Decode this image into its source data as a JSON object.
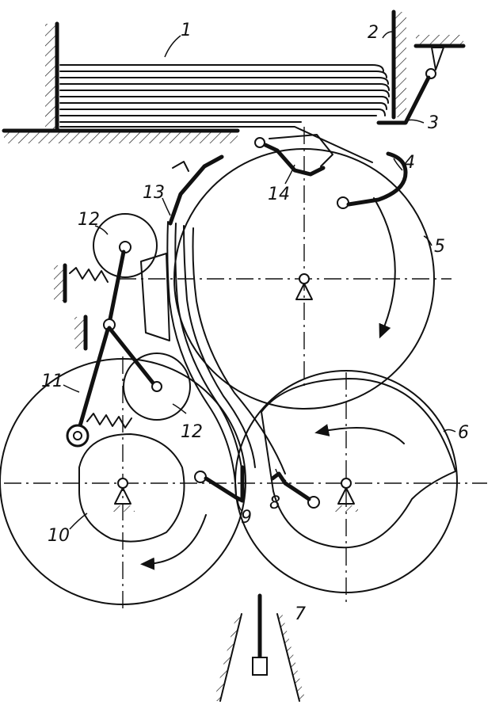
{
  "diagram": {
    "labels": [
      {
        "key": "1",
        "text": "1"
      },
      {
        "key": "2",
        "text": "2"
      },
      {
        "key": "3",
        "text": "3"
      },
      {
        "key": "4",
        "text": "4"
      },
      {
        "key": "5",
        "text": "5"
      },
      {
        "key": "6",
        "text": "6"
      },
      {
        "key": "7",
        "text": "7"
      },
      {
        "key": "8",
        "text": "8"
      },
      {
        "key": "9",
        "text": "9"
      },
      {
        "key": "10",
        "text": "10"
      },
      {
        "key": "11",
        "text": "11"
      },
      {
        "key": "12a",
        "text": "12"
      },
      {
        "key": "12b",
        "text": "12"
      },
      {
        "key": "13",
        "text": "13"
      },
      {
        "key": "14",
        "text": "14"
      }
    ]
  }
}
